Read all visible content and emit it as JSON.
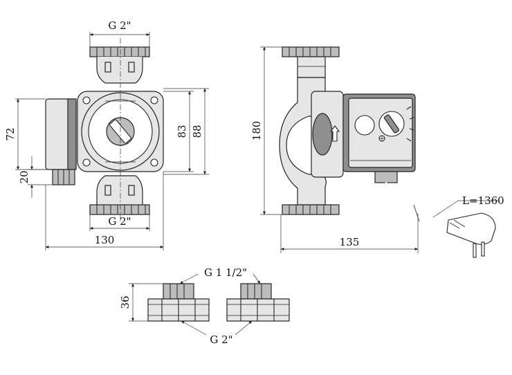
{
  "labels": {
    "top_thread": "G 2\"",
    "bottom_thread": "G 2\"",
    "width_front": "130",
    "height_72": "72",
    "height_20": "20",
    "height_83": "83",
    "height_88": "88",
    "height_side": "180",
    "width_side": "135",
    "cable_length": "L=1360",
    "union_top_thread": "G 1 1/2\"",
    "union_height": "36",
    "union_bottom_thread": "G 2\""
  }
}
